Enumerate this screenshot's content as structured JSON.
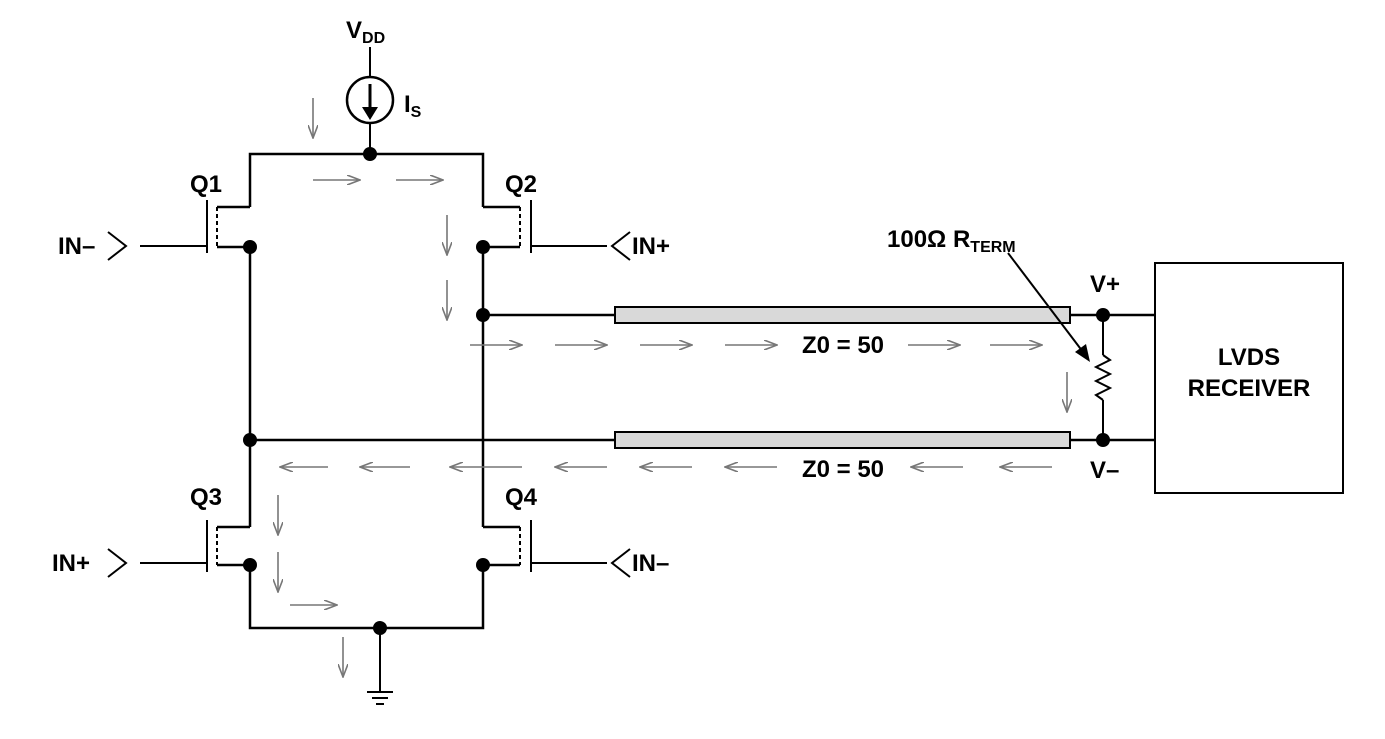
{
  "supply": {
    "name": "V",
    "sub": "DD"
  },
  "source": {
    "name": "I",
    "sub": "S"
  },
  "transistors": {
    "q1": "Q1",
    "q2": "Q2",
    "q3": "Q3",
    "q4": "Q4"
  },
  "inputs": {
    "q1": "IN–",
    "q2": "IN+",
    "q3": "IN+",
    "q4": "IN–"
  },
  "termination": {
    "value": "100Ω R",
    "sub": "TERM"
  },
  "lines": {
    "top": "Z0 = 50",
    "bottom": "Z0 = 50"
  },
  "outputs": {
    "plus": "V+",
    "minus": "V–"
  },
  "receiver": {
    "line1": "LVDS",
    "line2": "RECEIVER"
  }
}
